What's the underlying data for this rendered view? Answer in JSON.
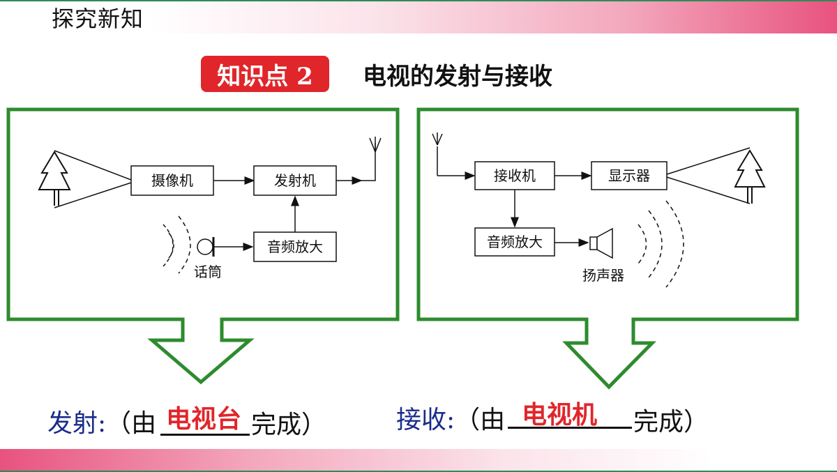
{
  "header": {
    "title": "探究新知"
  },
  "section": {
    "badge": "知识点 2",
    "title": "电视的发射与接收"
  },
  "transmit_diagram": {
    "camera": "摄像机",
    "transmitter": "发射机",
    "audio_amp": "音频放大",
    "microphone": "话筒"
  },
  "receive_diagram": {
    "receiver": "接收机",
    "display": "显示器",
    "audio_amp": "音频放大",
    "speaker": "扬声器"
  },
  "results": {
    "transmit_prefix": "发射:",
    "open_paren": "（由",
    "transmit_answer": "电视台",
    "complete": "完成）",
    "receive_prefix": "接收:",
    "receive_answer": "电视机"
  },
  "colors": {
    "frame_green": "#2e8b2e",
    "badge_red": "#e0262b",
    "prefix_blue": "#1a2c8a"
  },
  "icons": [
    "tree-icon",
    "antenna-icon",
    "microphone-icon",
    "speaker-icon",
    "sound-wave-icon",
    "down-arrow-icon"
  ]
}
